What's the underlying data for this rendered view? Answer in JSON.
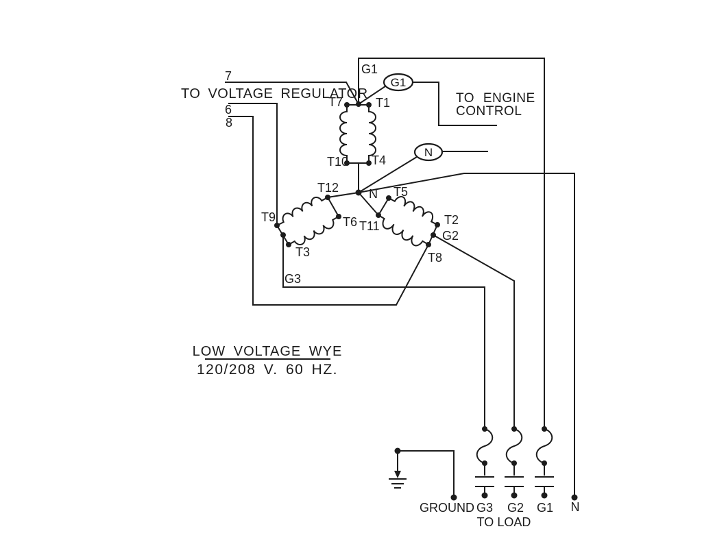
{
  "colors": {
    "ink": "#1c1c1c",
    "paper": "#ffffff"
  },
  "annotations": {
    "to_voltage_regulator": "TO VOLTAGE REGULATOR",
    "to_engine_control_line1": "TO ENGINE",
    "to_engine_control_line2": "CONTROL"
  },
  "wires": {
    "w7": "7",
    "w6": "6",
    "w8": "8",
    "g1_riser": "G1",
    "g3_tap": "G3",
    "g2_tap": "G2"
  },
  "devices": {
    "g1_oval": "G1",
    "n_oval": "N"
  },
  "winding_terminals": {
    "top": {
      "t7": "T7",
      "t1": "T1",
      "t10": "T10",
      "t4": "T4"
    },
    "left": {
      "t12": "T12",
      "t9": "T9",
      "t6": "T6",
      "t3": "T3"
    },
    "right": {
      "t5": "T5",
      "t11": "T11",
      "t2": "T2",
      "t8": "T8"
    },
    "neutral": "N"
  },
  "title": {
    "line1": "LOW VOLTAGE WYE",
    "line2": "120/208 V. 60 HZ."
  },
  "footer": {
    "ground": "GROUND",
    "g3": "G3",
    "g2": "G2",
    "g1": "G1",
    "n": "N",
    "to_load": "TO LOAD"
  }
}
